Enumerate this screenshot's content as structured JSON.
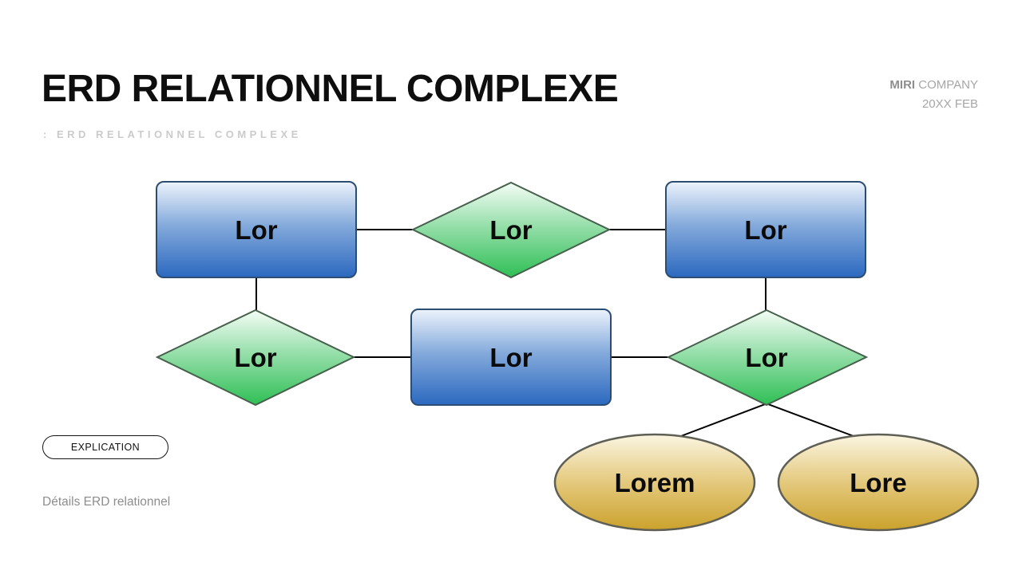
{
  "header": {
    "title": "ERD RELATIONNEL COMPLEXE",
    "subtitle": ": ERD RELATIONNEL COMPLEXE",
    "brand_bold": "MIRI",
    "brand_rest": "COMPANY",
    "date": "20XX FEB"
  },
  "footer": {
    "button_label": "EXPLICATION",
    "note": "Détails ERD relationnel"
  },
  "diagram": {
    "nodes": [
      {
        "id": "entity-top-left",
        "type": "entity",
        "shape": "rectangle",
        "label": "Lor"
      },
      {
        "id": "relationship-top",
        "type": "relationship",
        "shape": "diamond",
        "label": "Lor"
      },
      {
        "id": "entity-top-right",
        "type": "entity",
        "shape": "rectangle",
        "label": "Lor"
      },
      {
        "id": "relationship-mid-left",
        "type": "relationship",
        "shape": "diamond",
        "label": "Lor"
      },
      {
        "id": "entity-mid",
        "type": "entity",
        "shape": "rectangle",
        "label": "Lor"
      },
      {
        "id": "relationship-mid-right",
        "type": "relationship",
        "shape": "diamond",
        "label": "Lor"
      },
      {
        "id": "attribute-left",
        "type": "attribute",
        "shape": "ellipse",
        "label": "Lorem"
      },
      {
        "id": "attribute-right",
        "type": "attribute",
        "shape": "ellipse",
        "label": "Lore"
      }
    ],
    "edges": [
      {
        "from": "entity-top-left",
        "to": "relationship-top"
      },
      {
        "from": "relationship-top",
        "to": "entity-top-right"
      },
      {
        "from": "entity-top-left",
        "to": "relationship-mid-left"
      },
      {
        "from": "relationship-mid-left",
        "to": "entity-mid"
      },
      {
        "from": "entity-mid",
        "to": "relationship-mid-right"
      },
      {
        "from": "entity-top-right",
        "to": "relationship-mid-right"
      },
      {
        "from": "relationship-mid-right",
        "to": "attribute-left"
      },
      {
        "from": "relationship-mid-right",
        "to": "attribute-right"
      }
    ],
    "colors": {
      "entity_gradient_top": "#edf3fc",
      "entity_gradient_bottom": "#2b69bf",
      "relationship_gradient_top": "#f5fdf6",
      "relationship_gradient_bottom": "#2fbf55",
      "attribute_gradient_top": "#fbf6e2",
      "attribute_gradient_bottom": "#cba22c",
      "connector": "#000000"
    }
  }
}
